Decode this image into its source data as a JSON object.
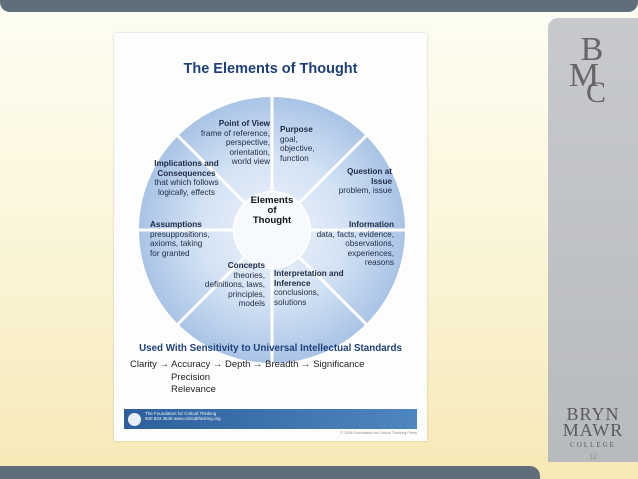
{
  "poster": {
    "title": "The Elements of Thought",
    "center": [
      "Elements",
      "of",
      "Thought"
    ],
    "segments": [
      {
        "heading": "Point of View",
        "lines": [
          "frame of reference,",
          "perspective,",
          "orientation,",
          "world view"
        ]
      },
      {
        "heading": "Purpose",
        "lines": [
          "goal,",
          "objective,",
          "function"
        ]
      },
      {
        "heading": "Question at Issue",
        "lines": [
          "problem, issue"
        ]
      },
      {
        "heading": "Information",
        "lines": [
          "data, facts, evidence,",
          "observations,",
          "experiences,",
          "reasons"
        ]
      },
      {
        "heading": "Interpretation and Inference",
        "lines": [
          "conclusions,",
          "solutions"
        ]
      },
      {
        "heading": "Concepts",
        "lines": [
          "theories,",
          "definitions, laws,",
          "principles,",
          "models"
        ]
      },
      {
        "heading": "Assumptions",
        "lines": [
          "presuppositions,",
          "axioms, taking",
          "for granted"
        ]
      },
      {
        "heading": "Implications and Consequences",
        "lines": [
          "that which follows",
          "logically, effects"
        ]
      }
    ],
    "standards_title": "Used With Sensitivity to Universal Intellectual Standards",
    "standards_row": "Clarity → Accuracy → Depth → Breadth → Significance",
    "standards_extra": [
      "Precision",
      "Relevance"
    ],
    "footer_text": [
      "The Foundation for Critical Thinking",
      "800 833 3645   www.criticalthinking.org"
    ],
    "footer_right": "© 2006 Foundation for Critical Thinking Press"
  },
  "branding": {
    "line1": "BRYN",
    "line2": "MAWR",
    "line3": "COLLEGE",
    "slide_number": "12"
  },
  "colors": {
    "bar": "#5f6e7a",
    "wheel_outer": "#a9c3e6",
    "wheel_inner": "#eef4fb",
    "title_blue": "#1d3f7a"
  }
}
